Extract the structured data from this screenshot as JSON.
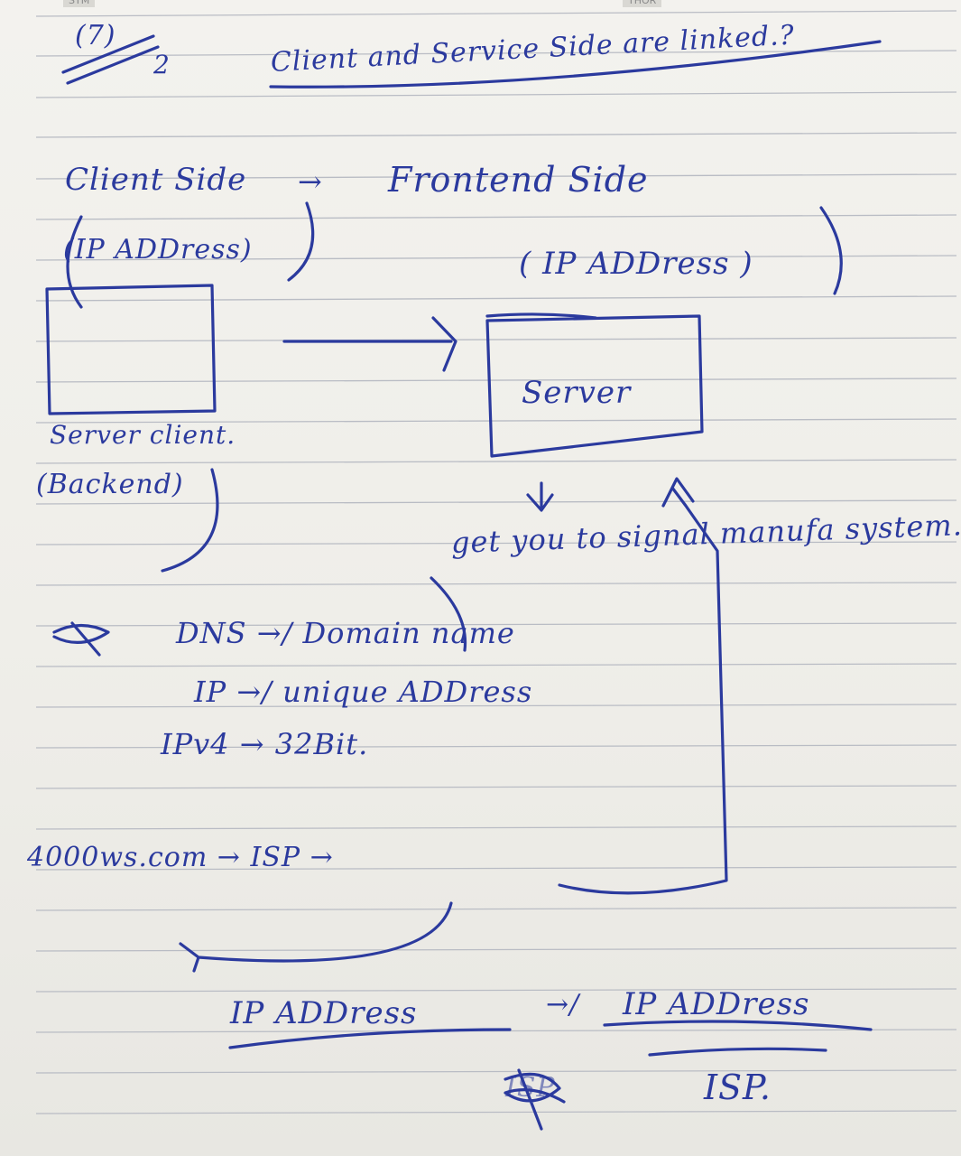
{
  "page": {
    "header_marks": [
      "STM",
      "THOR"
    ],
    "question_number": "(7)",
    "item_number": "2",
    "question_title": "Client and Service Side are linked.?"
  },
  "diagram": {
    "client_label": "Client Side",
    "client_arrow": "→",
    "server_label": "Frontend Side",
    "client_ip_label": "(IP ADDress)",
    "server_ip_label": "( IP ADDress )",
    "server_box_text": "Server",
    "client_box_caption_1": "Server client.",
    "client_box_caption_2": "(Backend)",
    "down_arrow": "↓",
    "server_note": "get you to signal manufa system."
  },
  "notes": {
    "dns_line": "DNS →/ Domain name",
    "ip_line": "IP →/ unique ADDress",
    "ipv4_line": "IPv4 → 32Bit.",
    "domain_line": "4000ws.com → ISP →",
    "ip_map_left": "IP ADDress",
    "ip_map_arrow": "→/",
    "ip_map_right": "IP ADDress",
    "isp_label": "ISP.",
    "scribble": "ISP"
  }
}
